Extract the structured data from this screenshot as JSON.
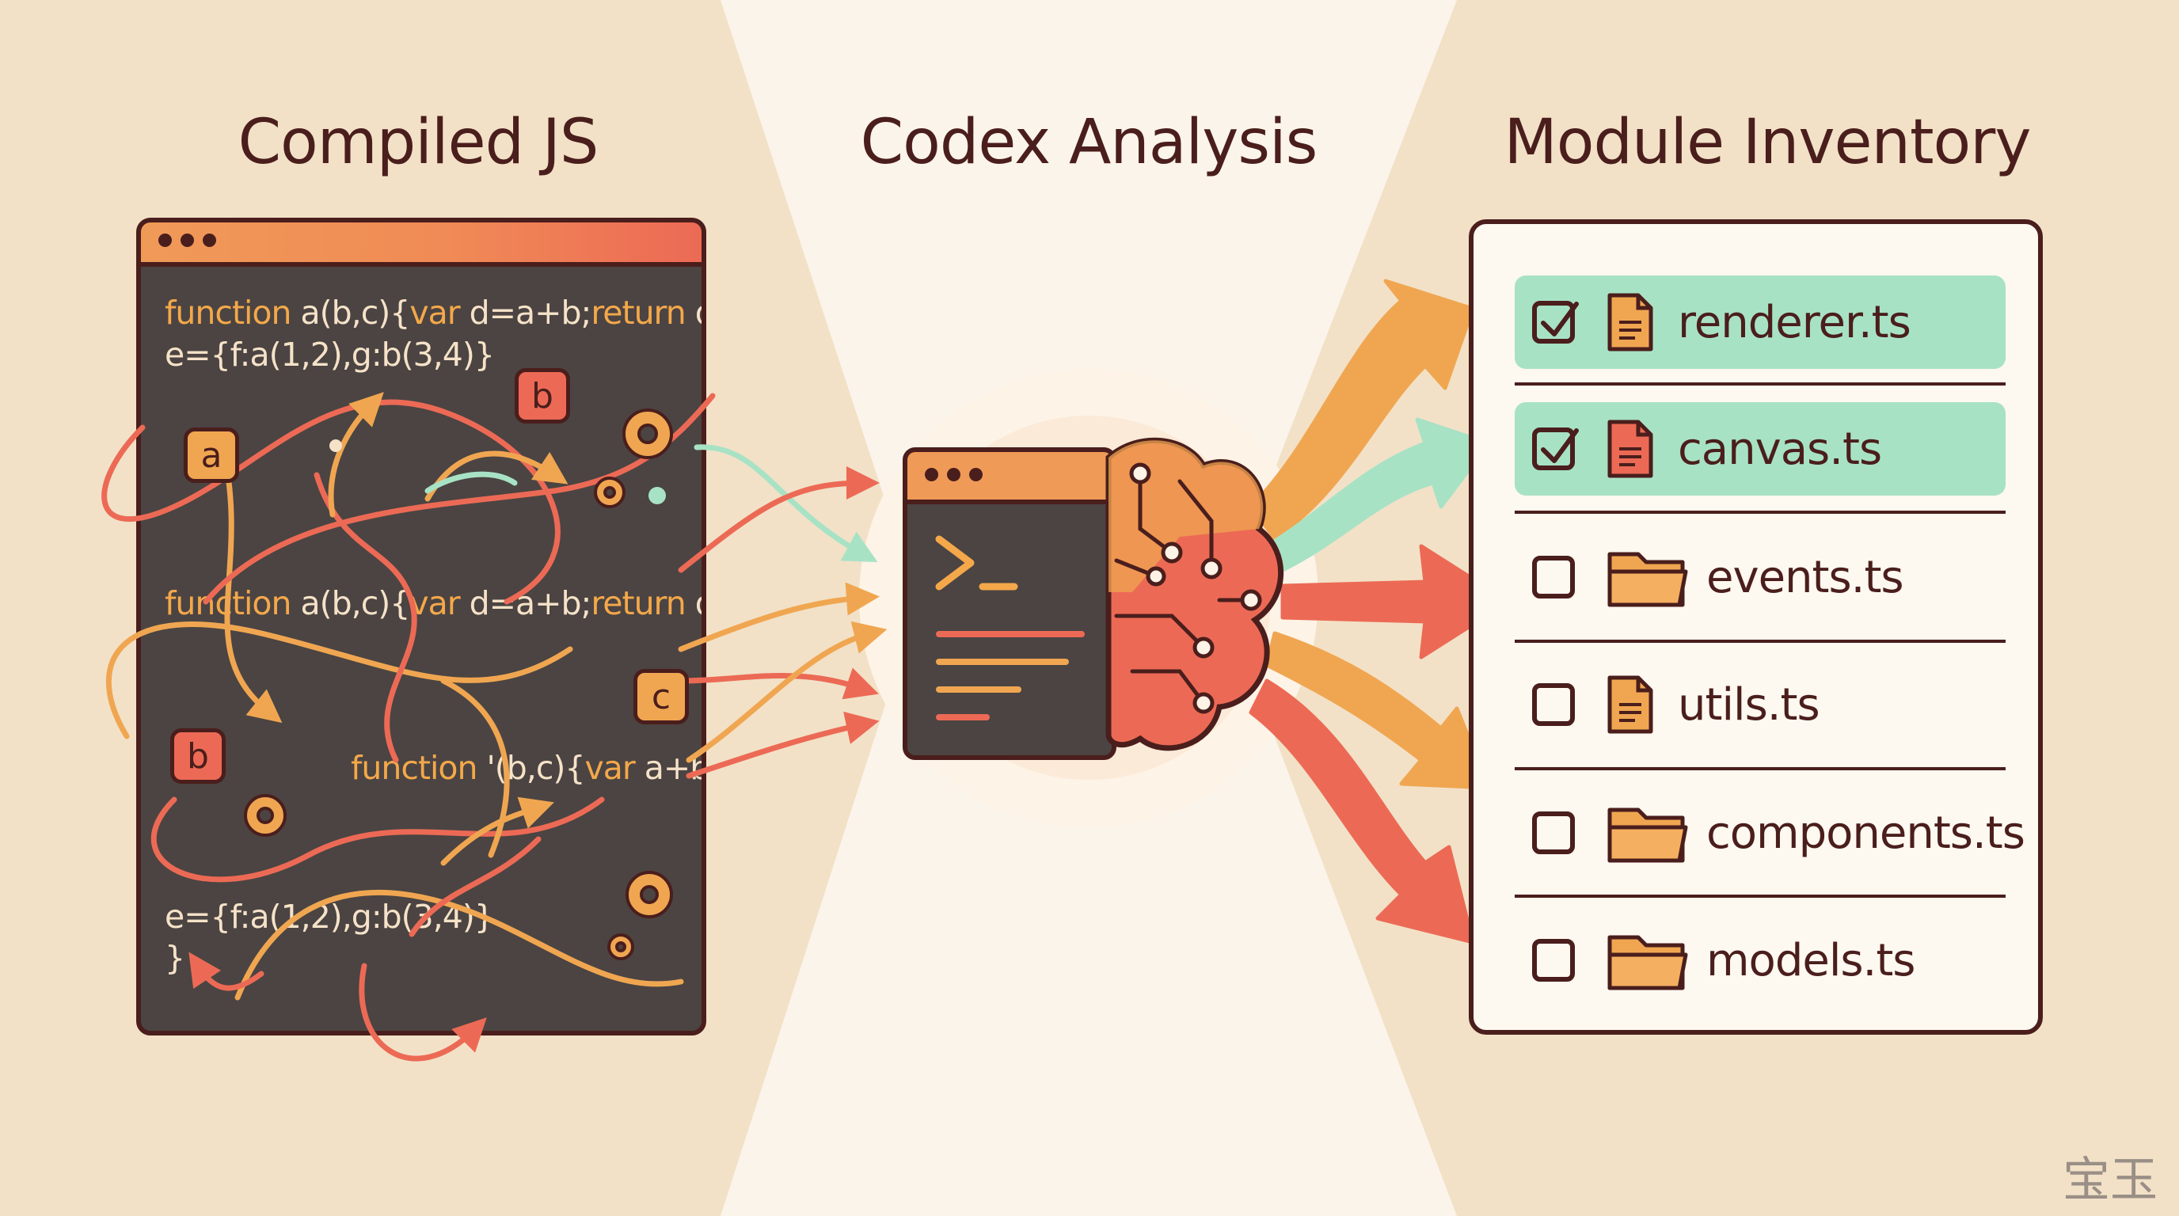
{
  "headings": {
    "left": "Compiled JS",
    "middle": "Codex Analysis",
    "right": "Module Inventory"
  },
  "code": {
    "line1": {
      "kw1": "function",
      "rest1": " a(b,c){",
      "kw2": "var",
      "rest2": " d=a+b;",
      "kw3": "return",
      "rest3": " d+c;}"
    },
    "line2": "e={f:a(1,2),g:b(3,4)}",
    "line3": {
      "kw1": "function",
      "rest1": " a(b,c){",
      "kw2": "var",
      "rest2": " d=a+b;",
      "kw3": "return",
      "rest3": " d+c;}"
    },
    "line4": {
      "kw1": "function",
      "rest1": " '(b,c){",
      "kw2": "var",
      "rest2": " a+b,c;}"
    },
    "line5": "e={f:a(1,2),g:b(3,4)}",
    "line6": "}"
  },
  "tags": [
    "a",
    "b",
    "c",
    "b"
  ],
  "inventory": [
    {
      "label": "renderer.ts",
      "checked": true,
      "icon": "document-icon"
    },
    {
      "label": "canvas.ts",
      "checked": true,
      "icon": "document-icon"
    },
    {
      "label": "events.ts",
      "checked": false,
      "icon": "folder-icon"
    },
    {
      "label": "utils.ts",
      "checked": false,
      "icon": "document-icon"
    },
    {
      "label": "components.ts",
      "checked": false,
      "icon": "folder-icon"
    },
    {
      "label": "models.ts",
      "checked": false,
      "icon": "folder-icon"
    }
  ],
  "icons": {
    "middle_brain": "brain-circuit-icon",
    "middle_terminal": "terminal-window-icon"
  },
  "colors": {
    "ink": "#4a1e1c",
    "orange": "#f0a651",
    "coral": "#ec6a55",
    "mint": "#a8e2c5",
    "background": "#f2e1c7"
  },
  "watermark": "宝玉"
}
